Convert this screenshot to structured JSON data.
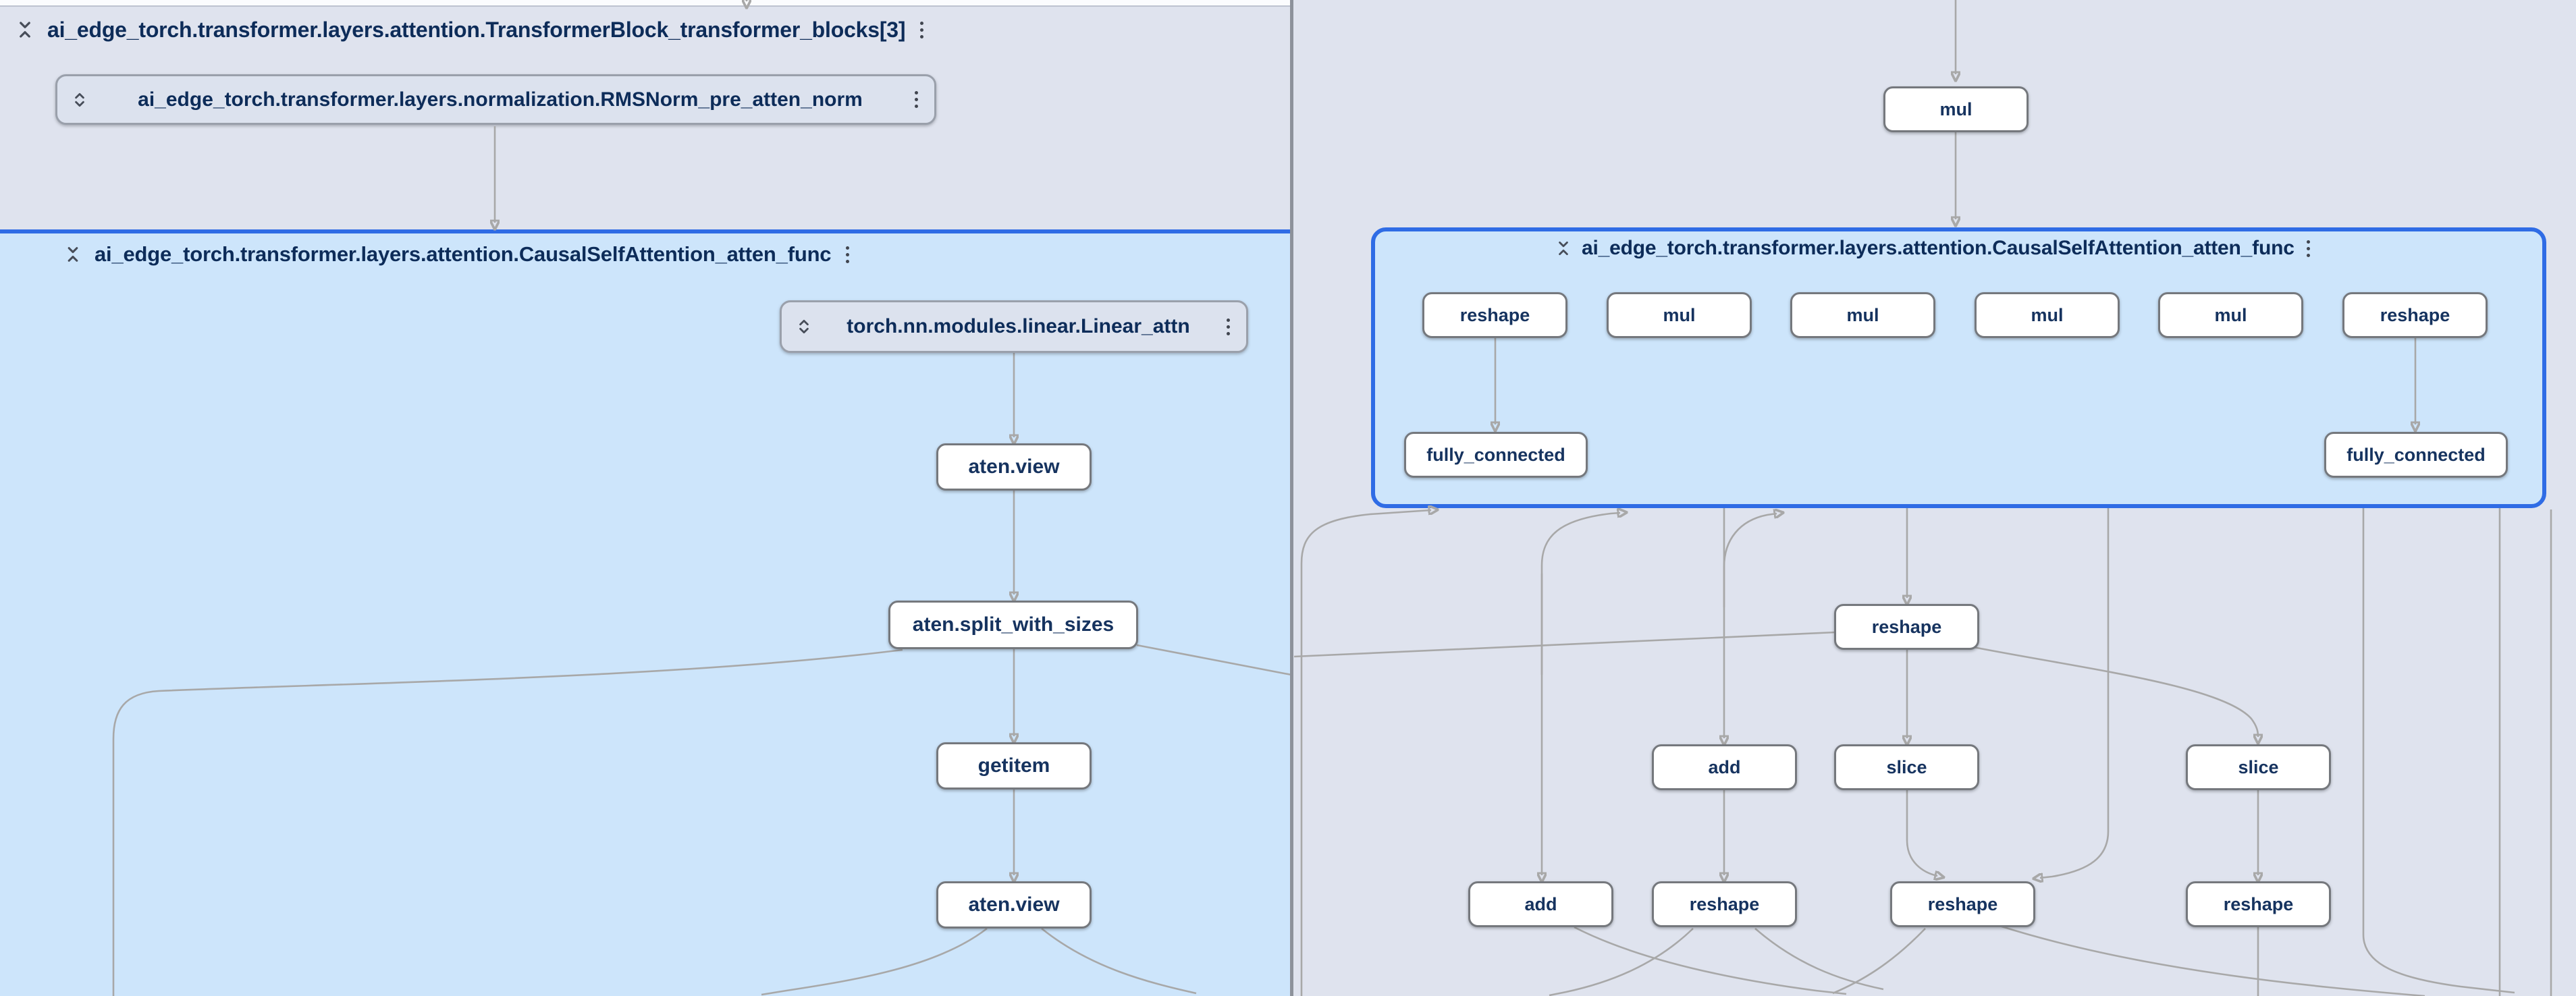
{
  "left_pane": {
    "transformer_block": {
      "label": "ai_edge_torch.transformer.layers.attention.TransformerBlock_transformer_blocks[3]"
    },
    "rmsnorm": {
      "label": "ai_edge_torch.transformer.layers.normalization.RMSNorm_pre_atten_norm"
    },
    "attention_group": {
      "label": "ai_edge_torch.transformer.layers.attention.CausalSelfAttention_atten_func"
    },
    "linear": {
      "label": "torch.nn.modules.linear.Linear_attn"
    },
    "ops": {
      "view1": "aten.view",
      "split": "aten.split_with_sizes",
      "getitem": "getitem",
      "view2": "aten.view"
    }
  },
  "right_pane": {
    "mul": "mul",
    "attention_group": {
      "label": "ai_edge_torch.transformer.layers.attention.CausalSelfAttention_atten_func"
    },
    "group_ops": {
      "reshape_left": "reshape",
      "mul1": "mul",
      "mul2": "mul",
      "mul3": "mul",
      "mul4": "mul",
      "reshape_right": "reshape",
      "fully_connected_left": "fully_connected",
      "fully_connected_right": "fully_connected"
    },
    "ops": {
      "reshape_top": "reshape",
      "add_mid": "add",
      "slice_left": "slice",
      "slice_right": "slice",
      "add_bottom": "add",
      "reshape_b1": "reshape",
      "reshape_b2": "reshape",
      "reshape_b3": "reshape"
    }
  },
  "icons": {
    "collapse": "unfold-less",
    "expand": "unfold-more",
    "menu": "kebab-menu"
  },
  "colors": {
    "selected_group_border": "#2f6ce5",
    "expanded_group_fill": "#cde5fb",
    "container_group_fill": "#dfe3ee",
    "op_node_fill": "#ffffff",
    "edge": "#a8a8a8",
    "label_text": "#0d2c59"
  }
}
